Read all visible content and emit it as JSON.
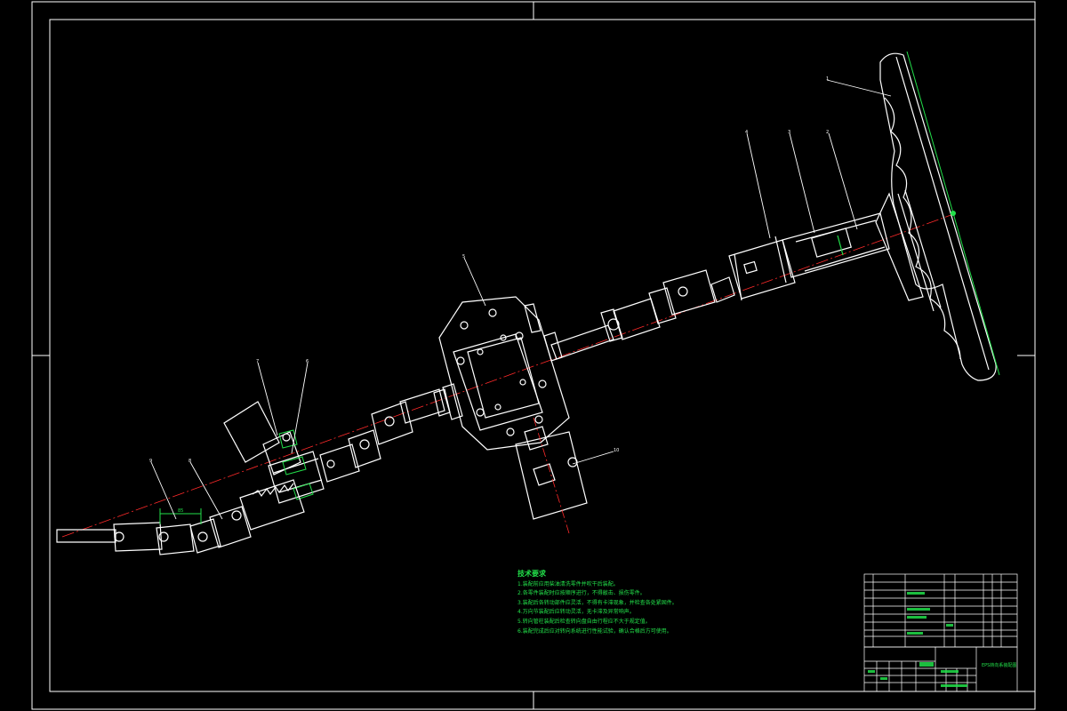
{
  "drawing": {
    "title_block_name": "EPS转向系装配图",
    "colors": {
      "background": "#000000",
      "outline": "#ffffff",
      "centerline": "#ff2a2a",
      "dimension": "#22e04a"
    },
    "part_labels": [
      {
        "id": "label-1",
        "text": "1"
      },
      {
        "id": "label-2",
        "text": "2"
      },
      {
        "id": "label-3",
        "text": "3"
      },
      {
        "id": "label-4",
        "text": "4"
      },
      {
        "id": "label-5",
        "text": "5"
      },
      {
        "id": "label-6",
        "text": "6"
      },
      {
        "id": "label-7",
        "text": "7"
      },
      {
        "id": "label-8",
        "text": "8"
      },
      {
        "id": "label-9",
        "text": "9"
      },
      {
        "id": "label-10",
        "text": "10"
      }
    ],
    "dimension_text": "85"
  },
  "technical_requirements": {
    "title": "技术要求",
    "items": [
      "1.装配前应用柴油清洗零件并吹干后装配。",
      "2.各零件装配时应按顺序进行，不得敲击、损伤零件。",
      "3.装配后各转动部件应灵活，不得有卡滞现象，并检查各处紧固件。",
      "4.万向节装配后应转动灵活，无卡滞及异常响声。",
      "5.转向管柱装配后检查转向盘自由行程应不大于规定值。",
      "6.装配完成后应对转向系统进行性能试验，确认合格后方可使用。"
    ]
  }
}
